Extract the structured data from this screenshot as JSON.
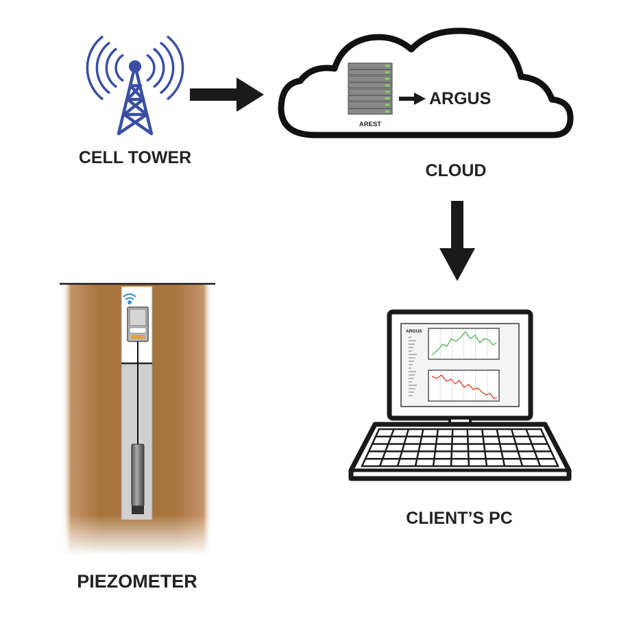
{
  "labels": {
    "cell_tower": "CELL TOWER",
    "cloud": "CLOUD",
    "client_pc": "CLIENT’S PC",
    "piezometer": "PIEZOMETER",
    "arest": "AREST",
    "argus_cloud": "ARGUS",
    "argus_screen": "ARGUS"
  },
  "colors": {
    "tower": "#3a4fa3",
    "wifi": "#3f8fd0",
    "soil": "#a8743e",
    "arrow": "#1a1a1a",
    "chart_green": "#4caf50",
    "chart_red": "#e03a1e"
  },
  "icons": {
    "tower": "cell-tower-icon",
    "cloud": "cloud-icon",
    "server": "server-rack-icon",
    "laptop": "laptop-icon",
    "wifi": "wifi-icon",
    "logger": "data-logger-icon",
    "sensor": "pressure-sensor-icon"
  }
}
